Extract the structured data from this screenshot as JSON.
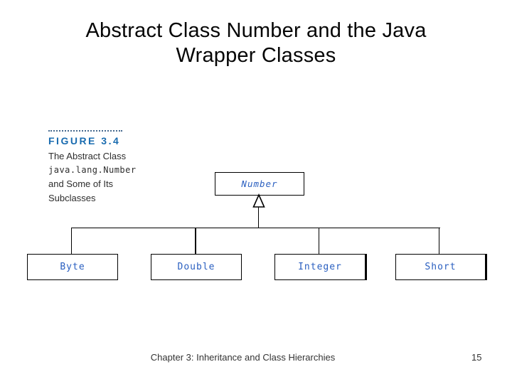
{
  "slide": {
    "title_lines": [
      "Abstract Class Number and the Java",
      "Wrapper Classes"
    ]
  },
  "figure_caption": {
    "label": "FIGURE 3.4",
    "lines": [
      "The Abstract Class",
      "java.lang.Number",
      "and Some of Its",
      "Subclasses"
    ]
  },
  "diagram": {
    "type": "class-hierarchy",
    "root_class": "Number",
    "root_is_abstract": true,
    "subclasses": [
      "Byte",
      "Double",
      "Integer",
      "Short"
    ]
  },
  "footer": {
    "chapter": "Chapter 3: Inheritance and Class Hierarchies",
    "page_number": "15"
  },
  "colors": {
    "figure_label_blue": "#1a6cb0",
    "class_name_blue": "#2a5fc0",
    "connector_black": "#000000",
    "background": "#ffffff"
  }
}
